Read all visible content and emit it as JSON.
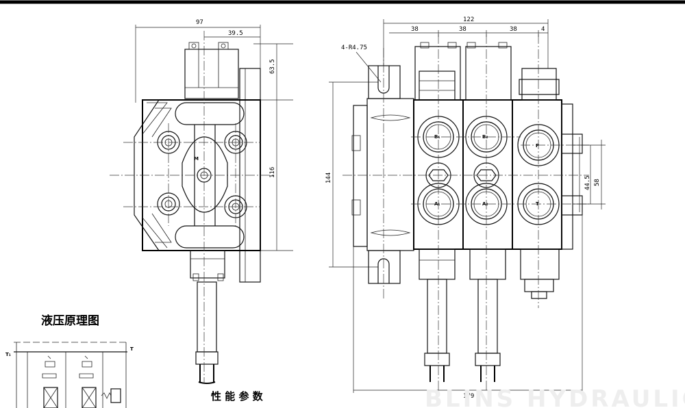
{
  "dimensions": {
    "left_width": "97",
    "left_offset": "39.5",
    "left_top_height": "63.5",
    "left_body_height": "116",
    "right_total_width": "122",
    "pitch_1": "38",
    "pitch_2": "38",
    "pitch_3": "38",
    "end_offset": "4",
    "mounting_holes": "4-R4.75",
    "right_height": "144",
    "port_spacing": "44.5",
    "port_span": "58",
    "bottom_width": "179"
  },
  "port_labels": {
    "b1": "B₁",
    "b2": "B₂",
    "a1": "A₁",
    "a2": "A₂",
    "p": "P",
    "t": "T",
    "m": "M"
  },
  "schematic": {
    "title": "液压原理图",
    "label_t": "T",
    "label_t1": "T₁"
  },
  "params_title": "性 能 参 数",
  "watermark": "BLINS HYDRAULIC"
}
